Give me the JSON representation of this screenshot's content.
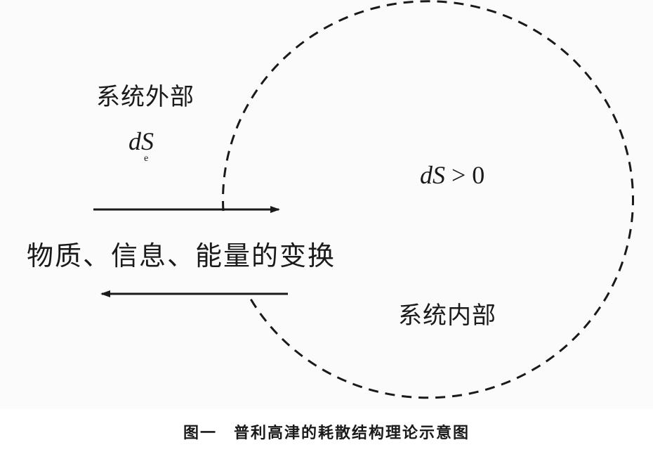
{
  "diagram": {
    "exterior_label": "系统外部",
    "exterior_symbol": "dS",
    "exterior_subscript": "e",
    "interior_symbol_d": "d",
    "interior_symbol_s": "S",
    "interior_symbol_rel": " > 0",
    "exchange_label": "物质、信息、能量的变换",
    "interior_label": "系统内部"
  },
  "caption": "图一　普利高津的耗散结构理论示意图"
}
